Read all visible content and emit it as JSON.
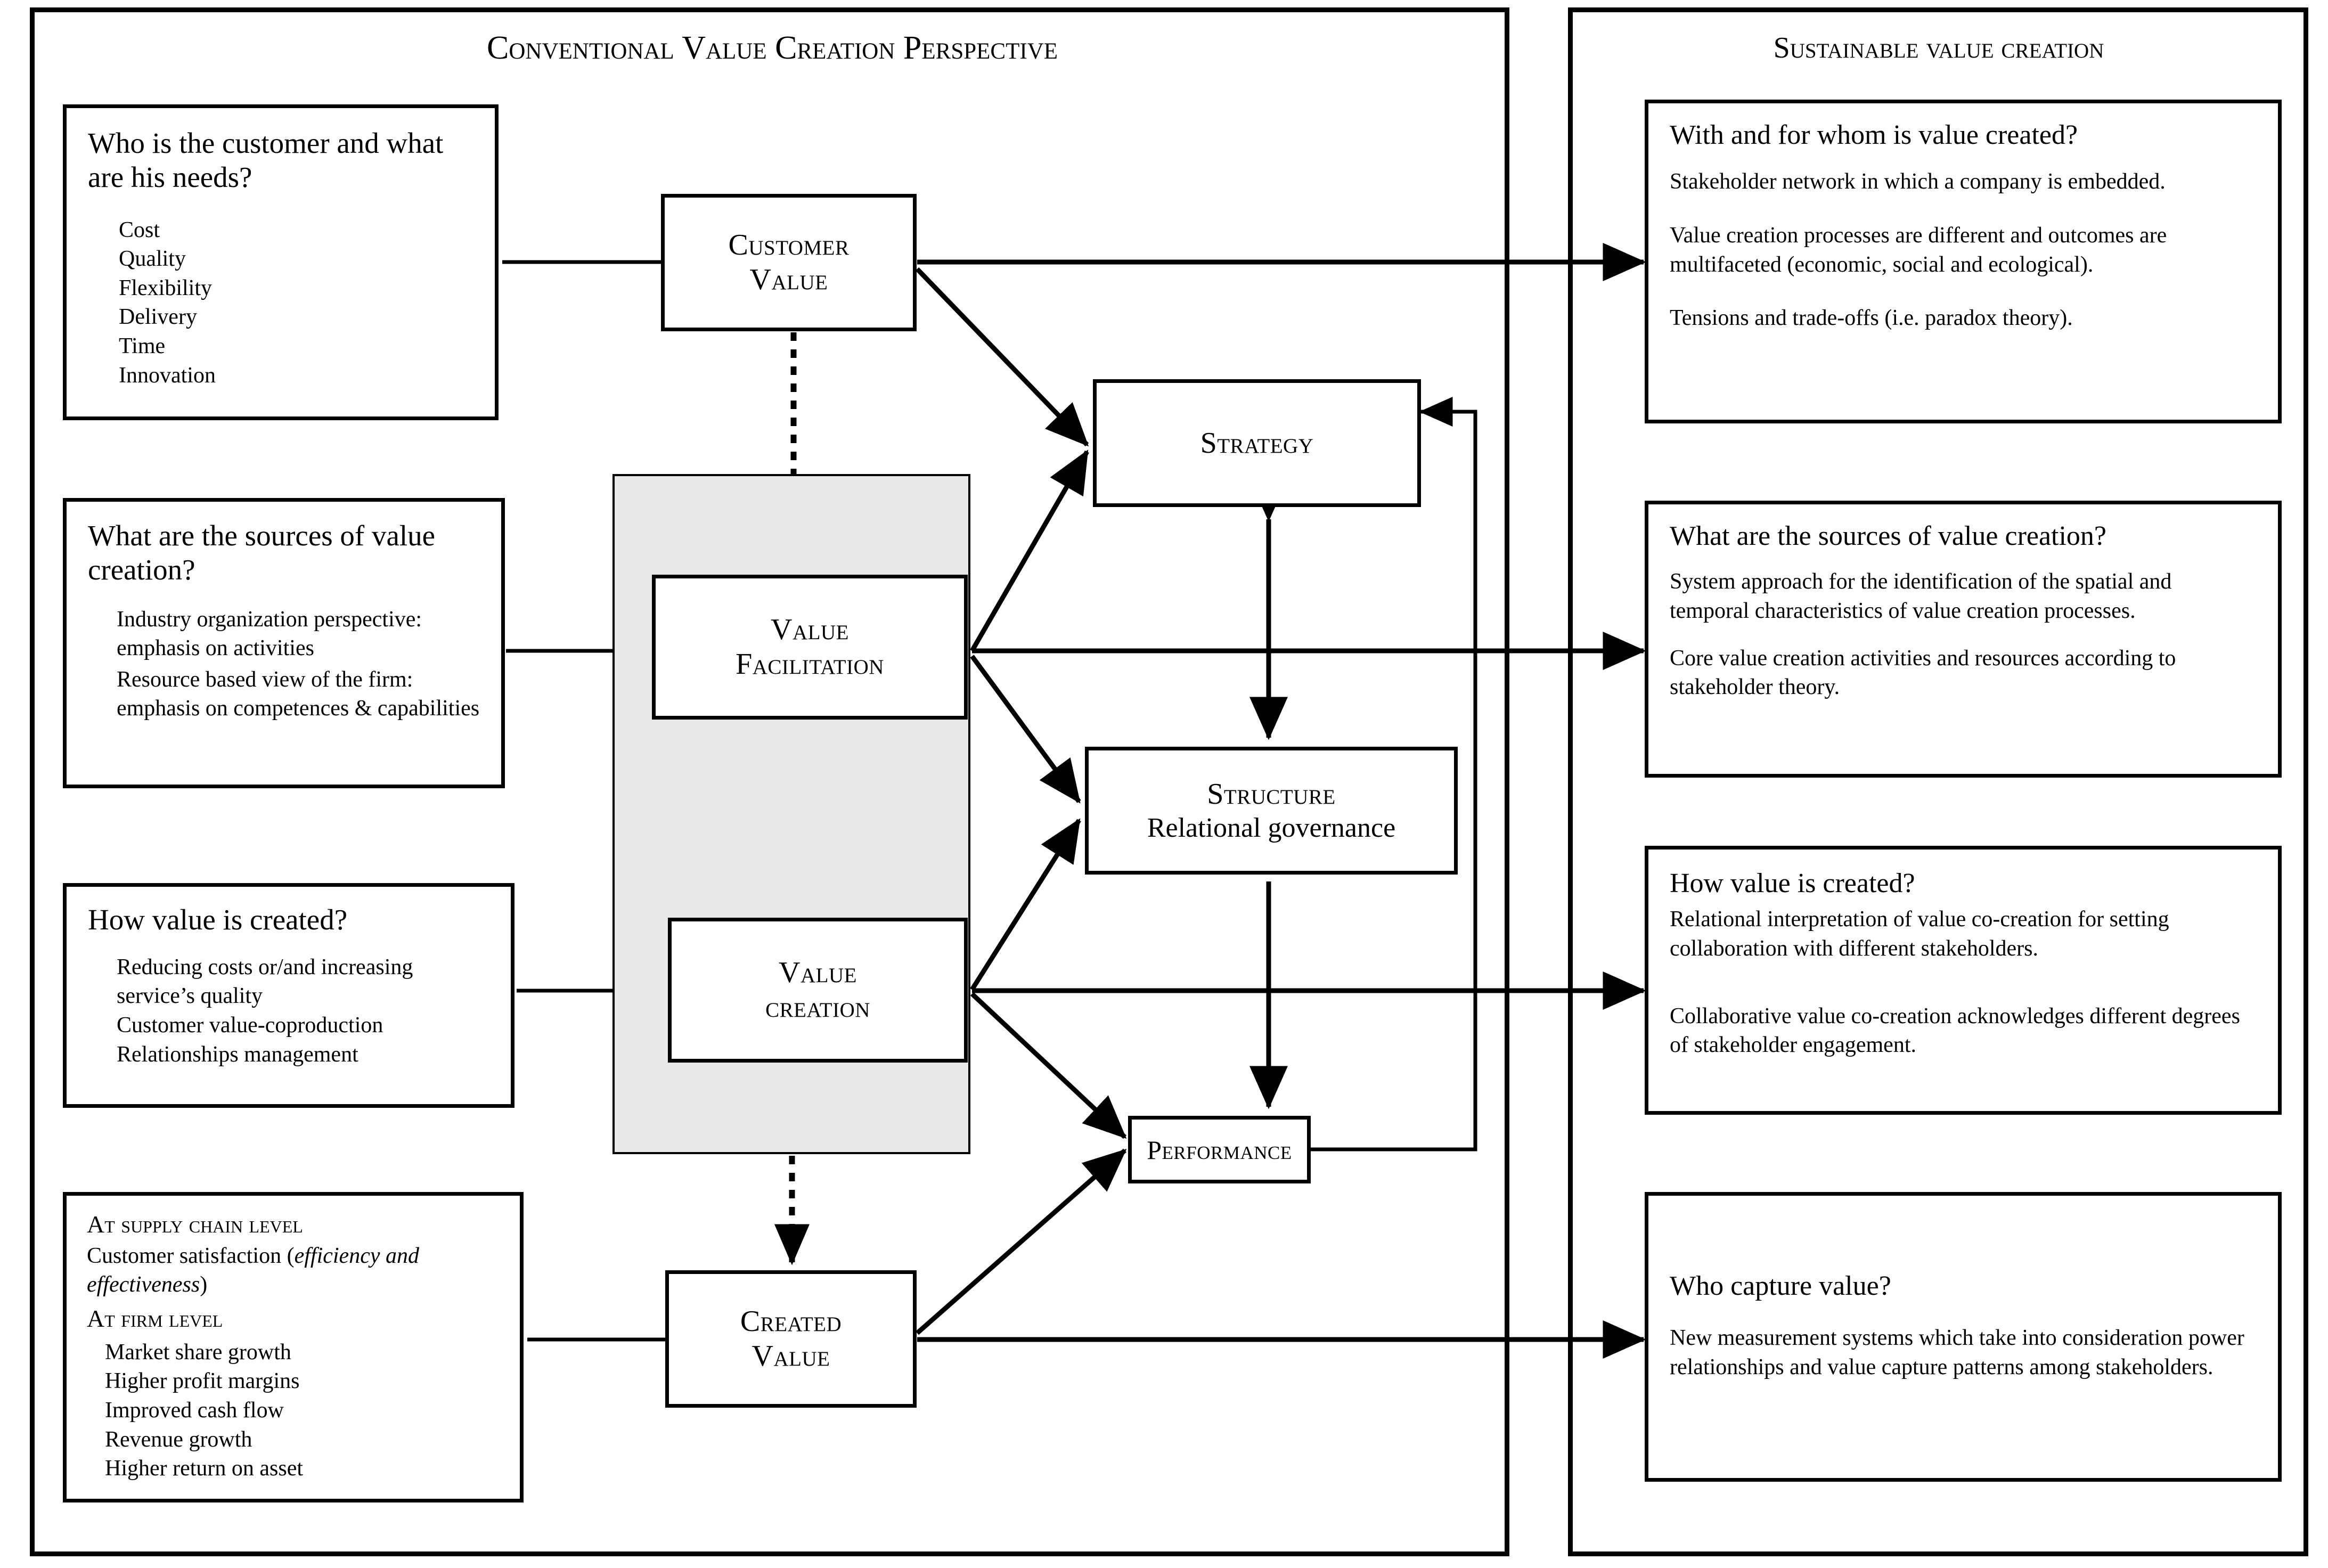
{
  "panels": {
    "left": {
      "title": "Conventional Value Creation Perspective"
    },
    "right": {
      "title": "Sustainable value creation"
    }
  },
  "left_cards": [
    {
      "name": "customer-needs",
      "question": "Who is the customer and what are his needs?",
      "items": [
        "Cost",
        "Quality",
        "Flexibility",
        "Delivery",
        "Time",
        "Innovation"
      ]
    },
    {
      "name": "sources-of-value",
      "question": "What are the sources of value creation?",
      "items": [
        "Industry organization perspective: emphasis on activities",
        "Resource based view of the firm: emphasis on competences & capabilities"
      ]
    },
    {
      "name": "how-value-created",
      "question": "How value is created?",
      "items": [
        "Reducing costs or/and increasing service’s quality",
        "Customer value-coproduction",
        "Relationships management"
      ]
    },
    {
      "name": "created-value-detail",
      "heading_supply": "At supply chain level",
      "line_satisfaction_pre": "Customer satisfaction (",
      "line_satisfaction_em": "efficiency and effectiveness",
      "line_satisfaction_post": ")",
      "heading_firm": "At firm level",
      "items": [
        "Market share growth",
        "Higher profit margins",
        "Improved cash flow",
        "Revenue growth",
        "Higher return on asset"
      ]
    }
  ],
  "nodes": {
    "customer_value": {
      "line1": "Customer",
      "line2": "Value"
    },
    "value_facilitation": {
      "line1": "Value",
      "line2": "Facilitation"
    },
    "value_creation": {
      "line1": "Value",
      "line2": "creation"
    },
    "created_value": {
      "line1": "Created",
      "line2": "Value"
    },
    "strategy": {
      "line1": "Strategy"
    },
    "structure": {
      "line1": "Structure",
      "line2": "Relational governance"
    },
    "performance": {
      "line1": "Performance"
    }
  },
  "right_cards": [
    {
      "name": "with-and-for-whom",
      "question": "With and for whom is value created?",
      "paragraphs": [
        "Stakeholder network in which a company is embedded.",
        "Value creation processes are different and outcomes are multifaceted (economic, social and ecological).",
        "Tensions and trade-offs  (i.e. paradox theory)."
      ]
    },
    {
      "name": "sources-of-value-sustainable",
      "question": "What are the sources of value creation?",
      "paragraphs": [
        "System approach for the identification of the spatial and temporal characteristics of value creation processes.",
        "Core value creation activities and resources according to stakeholder theory."
      ]
    },
    {
      "name": "how-value-created-sustainable",
      "question": "How value is created?",
      "paragraphs": [
        "Relational interpretation of value co-creation for setting collaboration with different stakeholders.",
        "Collaborative value co-creation acknowledges different degrees of stakeholder engagement."
      ]
    },
    {
      "name": "who-capture-value",
      "question": "Who capture value?",
      "paragraphs": [
        "New  measurement systems which take into consideration power relationships and value capture patterns among stakeholders."
      ]
    }
  ],
  "colors": {
    "stroke": "#000000",
    "page_background": "#ffffff",
    "grey_panel": "#e8e8e8"
  }
}
